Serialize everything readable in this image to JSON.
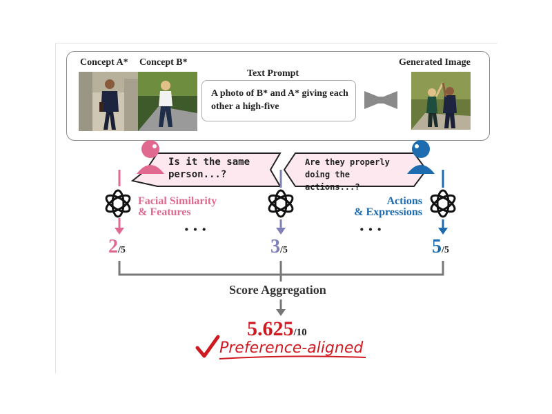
{
  "header": {
    "concept_a": "Concept A*",
    "concept_b": "Concept B*",
    "text_prompt_title": "Text Prompt",
    "prompt_text": "A photo of B* and A* giving each other a high-five",
    "generated_image_label": "Generated Image"
  },
  "judges": {
    "left_question": "Is it the same person...?",
    "right_question": "Are they properly doing the actions...?",
    "left_criterion": [
      "Facial Similarity",
      "& Features"
    ],
    "right_criterion": [
      "Actions",
      "& Expressions"
    ],
    "ellipsis": "···"
  },
  "scores": [
    {
      "value": "2",
      "denominator": "/5",
      "color": "#d9577f"
    },
    {
      "value": "3",
      "denominator": "/5",
      "color": "#8080b8"
    },
    {
      "value": "5",
      "denominator": "/5",
      "color": "#1e6cb0"
    }
  ],
  "aggregation": {
    "label": "Score Aggregation",
    "final_value": "5.625",
    "final_denominator": "/10",
    "result_label": "Preference-aligned",
    "check_icon": "check-icon"
  },
  "colors": {
    "pink": "#e06a8f",
    "purple": "#8080b8",
    "blue": "#1e6cb0",
    "red": "#d01a22",
    "gray": "#777777"
  }
}
